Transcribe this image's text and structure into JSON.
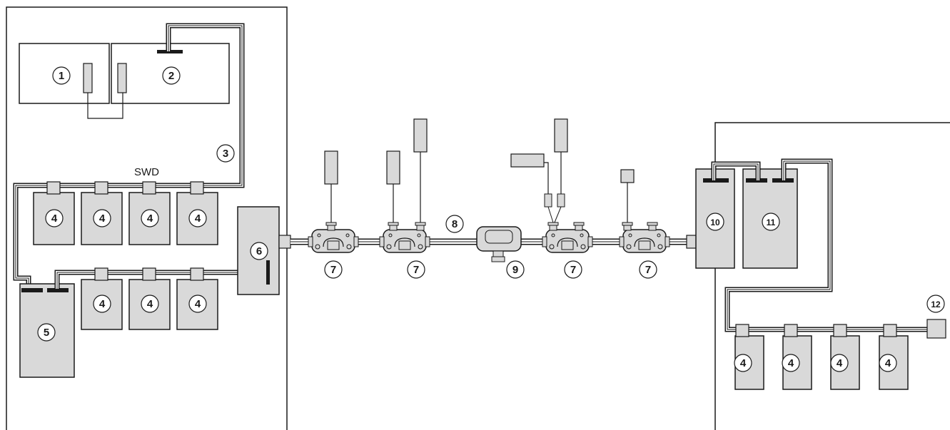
{
  "bus_label": "SWD",
  "callouts": {
    "c1": "1",
    "c2": "2",
    "c3": "3",
    "c4": "4",
    "c5": "5",
    "c6": "6",
    "c7": "7",
    "c8": "8",
    "c9": "9",
    "c10": "10",
    "c11": "11",
    "c12": "12"
  },
  "colors": {
    "stroke": "#1a1a1a",
    "device_fill": "#d9d9d9",
    "background": "#ffffff"
  }
}
